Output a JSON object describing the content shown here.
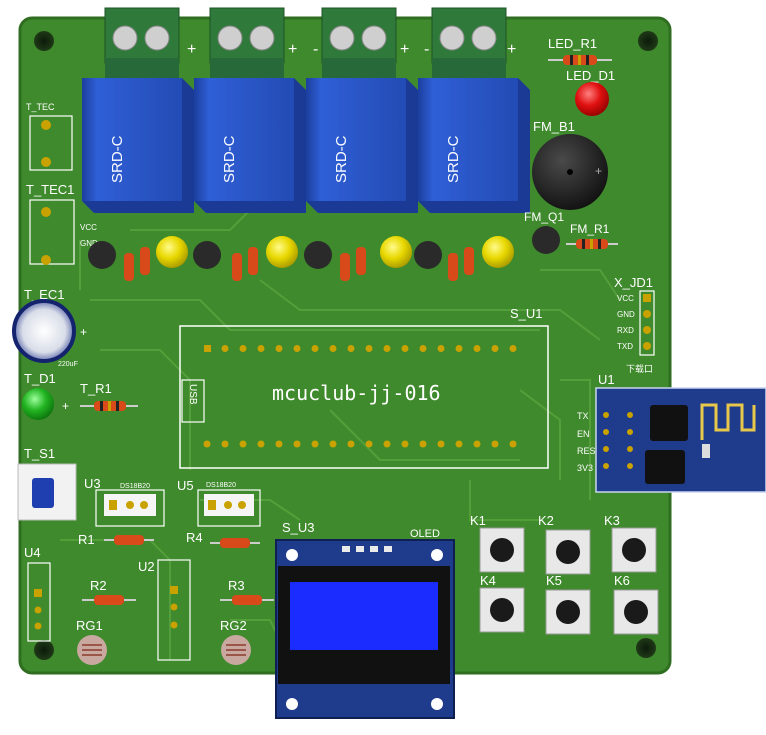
{
  "board": {
    "title": "mcuclub-jj-016",
    "colors": {
      "pcb": "#3f8a2c",
      "pcb_edge": "#2f6e21",
      "silkscreen": "#ffffff",
      "relay_blue": "#2a55c9",
      "terminal_green": "#2f7a3a",
      "led_yellow": "#e6d400",
      "led_red": "#e01010",
      "led_green": "#20b020",
      "oled_blue": "#1a2cff",
      "esp_blue": "#1f3b8c"
    }
  },
  "labels": {
    "relay": "SRD-C",
    "plus": "+",
    "minus": "-",
    "led_r1": "LED_R1",
    "led_d1": "LED_D1",
    "fm_b1": "FM_B1",
    "fm_q1": "FM_Q1",
    "fm_r1": "FM_R1",
    "t_tec": "T_TEC",
    "t_tec1": "T_TEC1",
    "vcc": "VCC",
    "gnd": "GND",
    "t_ec1": "T_EC1",
    "cap_value": "220uF",
    "t_d1": "T_D1",
    "t_r1": "T_R1",
    "t_s1": "T_S1",
    "s_u1": "S_U1",
    "usb": "USB",
    "x_jd1": "X_JD1",
    "jd_pins": [
      "VCC",
      "GND",
      "RXD",
      "TXD"
    ],
    "download": "下载口",
    "u1": "U1",
    "esp_pins": [
      "TX",
      "EN",
      "RES",
      "3V3"
    ],
    "u3": "U3",
    "u5": "U5",
    "ds18b20": "DS18B20",
    "r1": "R1",
    "r4": "R4",
    "r2": "R2",
    "r3": "R3",
    "u2": "U2",
    "u4": "U4",
    "rg1": "RG1",
    "rg2": "RG2",
    "s_u3": "S_U3",
    "oled": "OLED",
    "k_buttons": [
      "K1",
      "K2",
      "K3",
      "K4",
      "K5",
      "K6"
    ]
  }
}
